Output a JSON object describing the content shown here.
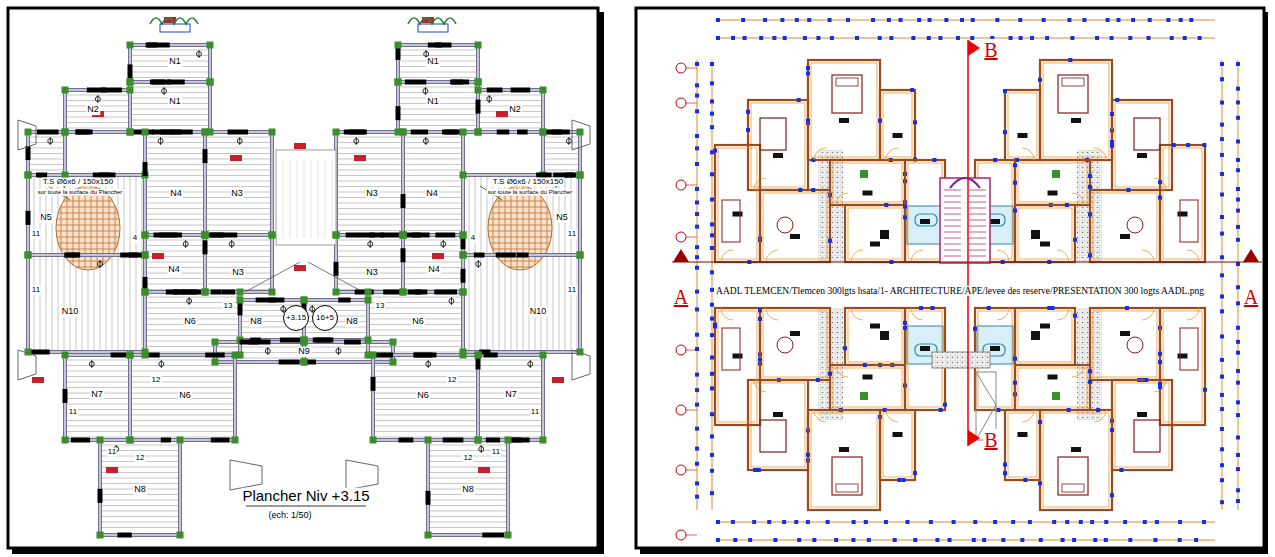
{
  "diagram": {
    "nodes": [
      {
        "text": [
          "+3.15"
        ]
      },
      {
        "text": [
          "16+5"
        ]
      }
    ],
    "labels": [
      "N1",
      "N1",
      "N1",
      "N1",
      "N2",
      "N2",
      "T.S Ø6x6 / 150x150",
      "sur toute la surface du Plancher",
      "T.S Ø6x6 / 150x150",
      "sur toute la surface du Plancher",
      "N4",
      "N3",
      "N3",
      "N4",
      "N5",
      "N5",
      "N4",
      "N3",
      "N3",
      "N4",
      "N10",
      "N10",
      "N6",
      "N8",
      "N8",
      "N6",
      "N9",
      "13",
      "13",
      "N7",
      "N6",
      "N6",
      "N7",
      "12",
      "12",
      "N8",
      "N8",
      "12",
      "12",
      "11",
      "11",
      "11",
      "11",
      "11",
      "11",
      "11",
      "11",
      "4",
      "4",
      "Plancher Niv +3.15",
      "(ech: 1/50)",
      "B",
      "B",
      "A",
      "A",
      "AADL TLEMCEN/Tlemcen 300lgts hsata/1- ARCHITECTURE/APE/levee des reserve/PRESENTATION 300 logts AADL.png"
    ]
  }
}
